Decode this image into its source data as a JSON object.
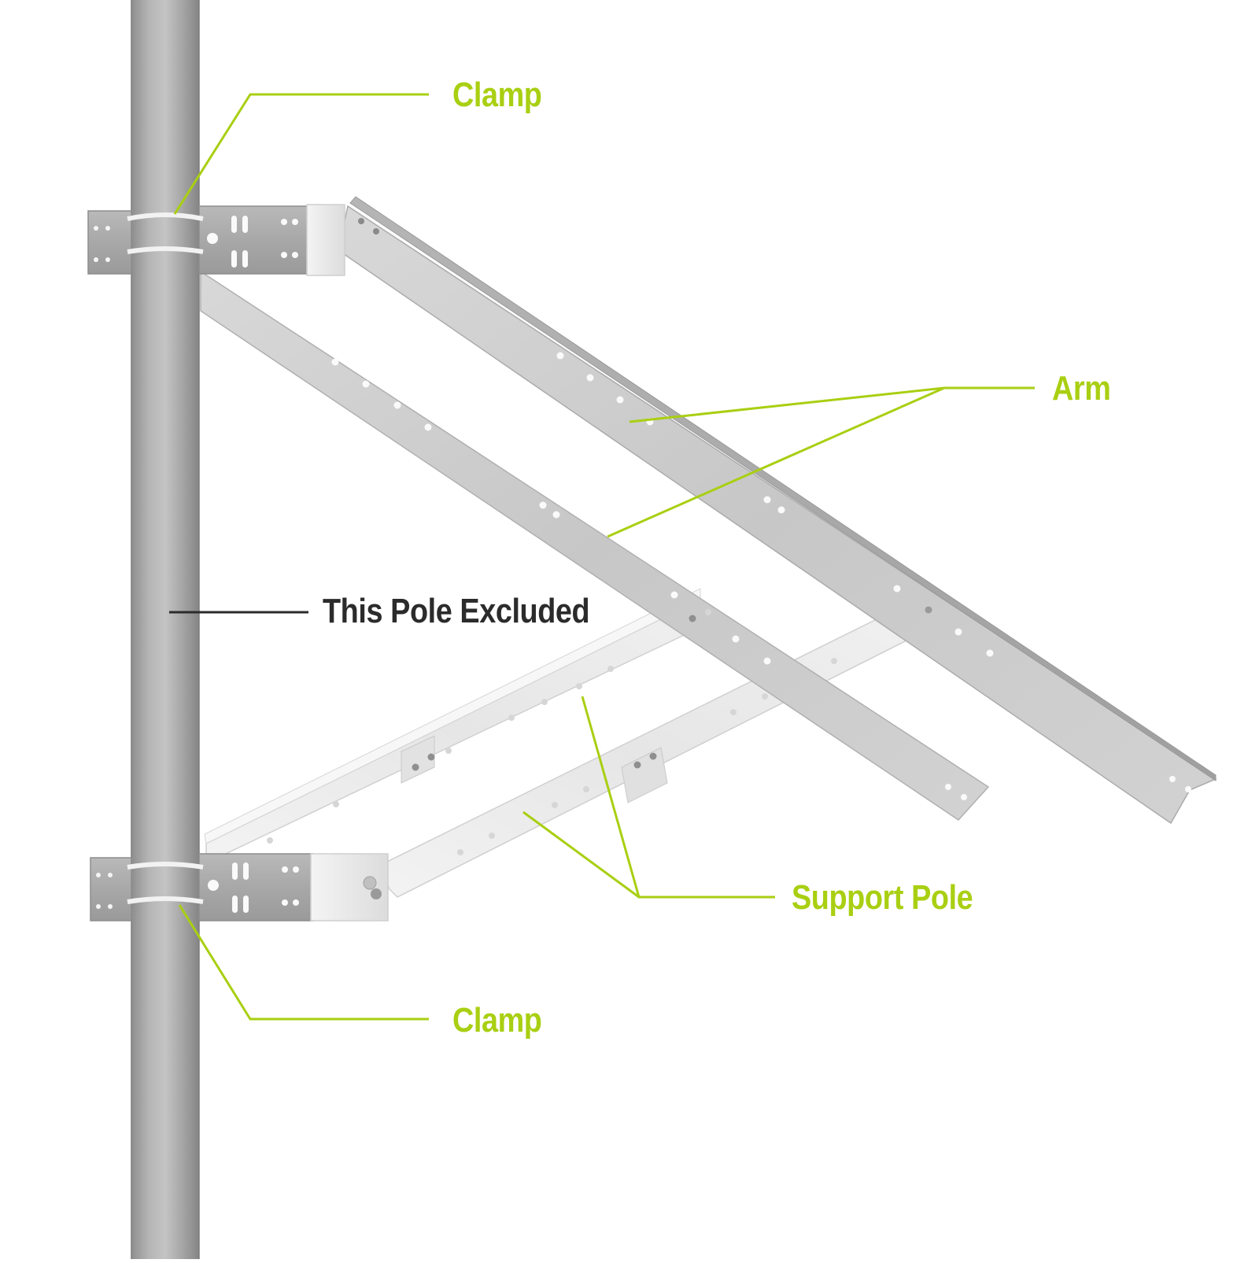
{
  "colors": {
    "accent": "#a9cf12",
    "dark_text": "#2b2b2b",
    "pole_steel": "#9c9c9c",
    "bracket_steel": "#c8c8c8",
    "support_steel": "#ececec"
  },
  "labels": {
    "clamp_top": "Clamp",
    "arm": "Arm",
    "pole_excluded": "This Pole Excluded",
    "support_pole": "Support Pole",
    "clamp_bottom": "Clamp"
  }
}
